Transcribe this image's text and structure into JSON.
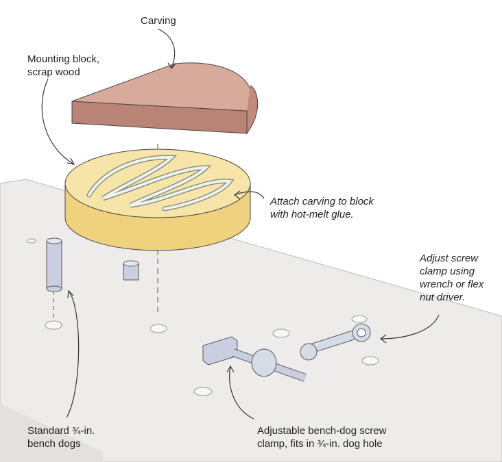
{
  "labels": {
    "carving": "Carving",
    "mounting_block": "Mounting block,\nscrap wood",
    "attach": "Attach carving to block\nwith hot-melt glue.",
    "adjust": "Adjust screw\nclamp using\nwrench or flex\nnut driver.",
    "bench_dogs": "Standard ¾-in.\nbench dogs",
    "screw_clamp": "Adjustable bench-dog screw\nclamp, fits in ¾-in. dog hole"
  },
  "colors": {
    "carving": "#c9968a",
    "block": "#f3dc95",
    "bench": "#eeeceb",
    "metal": "#c9cfe0"
  }
}
